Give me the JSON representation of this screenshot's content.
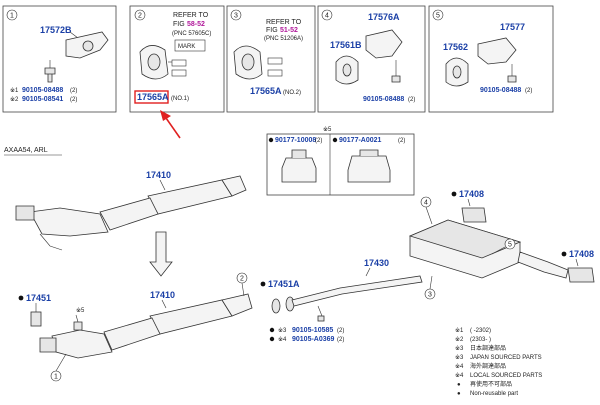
{
  "panels": [
    {
      "num": "1",
      "part": "17572B",
      "subs": [
        {
          "marker": "※1",
          "part": "90105-08488",
          "suffix": "(2)"
        },
        {
          "marker": "※2",
          "part": "90105-08541",
          "suffix": "(2)"
        }
      ]
    },
    {
      "num": "2",
      "refer_line1": "REFER TO",
      "fig_prefix": "FIG",
      "fig_ref": "58-52",
      "pnc": "(PNC 57605C)",
      "mark_label": "MARK",
      "part": "17565A",
      "note": "(NO.1)"
    },
    {
      "num": "3",
      "refer_line1": "REFER TO",
      "fig_prefix": "FIG",
      "fig_ref": "51-52",
      "pnc": "(PNC 51206A)",
      "part": "17565A",
      "note": "(NO.2)"
    },
    {
      "num": "4",
      "part_top": "17576A",
      "part_left": "17561B",
      "sub_part": "90105-08488",
      "sub_suffix": "(2)"
    },
    {
      "num": "5",
      "part_top": "17577",
      "part_left": "17562",
      "sub_part": "90105-08488",
      "sub_suffix": "(2)"
    }
  ],
  "detail_box": {
    "ref": "※5",
    "left_part": "90177-10008",
    "left_suffix": "(2)",
    "right_part": "90177-A0021",
    "right_suffix": "(2)"
  },
  "model_label": "AXAA54, ARL",
  "main": {
    "upper_converter": "17410",
    "lower_converter": "17410",
    "left_gasket": "17451",
    "mid_gasket": "17451A",
    "center_pipe": "17430",
    "tail_tip_top": "17408",
    "tail_tip_right": "17408",
    "ref5": "※5",
    "bolt_rows": [
      {
        "marker": "※3",
        "part": "90105-10585",
        "suffix": "(2)"
      },
      {
        "marker": "※4",
        "part": "90105-A0369",
        "suffix": "(2)"
      }
    ],
    "callouts": [
      "1",
      "2",
      "3",
      "4",
      "5"
    ]
  },
  "legend": [
    {
      "marker": "※1",
      "text": "(       -2302)"
    },
    {
      "marker": "※2",
      "text": "(2303-       )"
    },
    {
      "marker": "※3",
      "text": "日本調達部品"
    },
    {
      "marker": "※3",
      "text": "JAPAN SOURCED PARTS"
    },
    {
      "marker": "※4",
      "text": "海外調達部品"
    },
    {
      "marker": "※4",
      "text": "LOCAL SOURCED PARTS"
    },
    {
      "marker": "●",
      "text": "再使用不可部品"
    },
    {
      "marker": "●",
      "text": "Non-reusable part"
    }
  ],
  "colors": {
    "part_number": "#1a3fa6",
    "fig_ref": "#b0179a",
    "highlight": "#e02020"
  }
}
